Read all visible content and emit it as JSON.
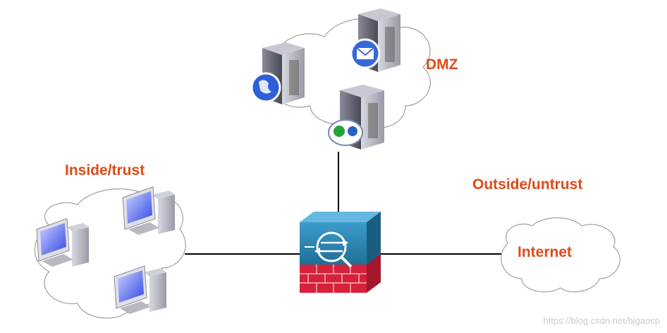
{
  "zones": {
    "dmz": "DMZ",
    "inside": "Inside/trust",
    "outside": "Outside/untrust",
    "internet": "Internet"
  },
  "watermark": "https://blog.csdn.net/bjgaocp",
  "colors": {
    "label": "#e04a16",
    "firewall_body": "#2f8ab4",
    "firewall_top": "#3fa3cf",
    "firewall_bricks": "#d7213a",
    "server_body": "#6c6c78",
    "monitor_screen": "#5a6fff"
  },
  "nodes": [
    {
      "name": "web-server",
      "icon": "globe-server-icon"
    },
    {
      "name": "mail-server",
      "icon": "mail-server-icon"
    },
    {
      "name": "ftp-server",
      "icon": "download-upload-server-icon"
    },
    {
      "name": "firewall",
      "icon": "firewall-icon"
    },
    {
      "name": "pc-1",
      "icon": "workstation-icon"
    },
    {
      "name": "pc-2",
      "icon": "workstation-icon"
    },
    {
      "name": "pc-3",
      "icon": "workstation-icon"
    }
  ]
}
